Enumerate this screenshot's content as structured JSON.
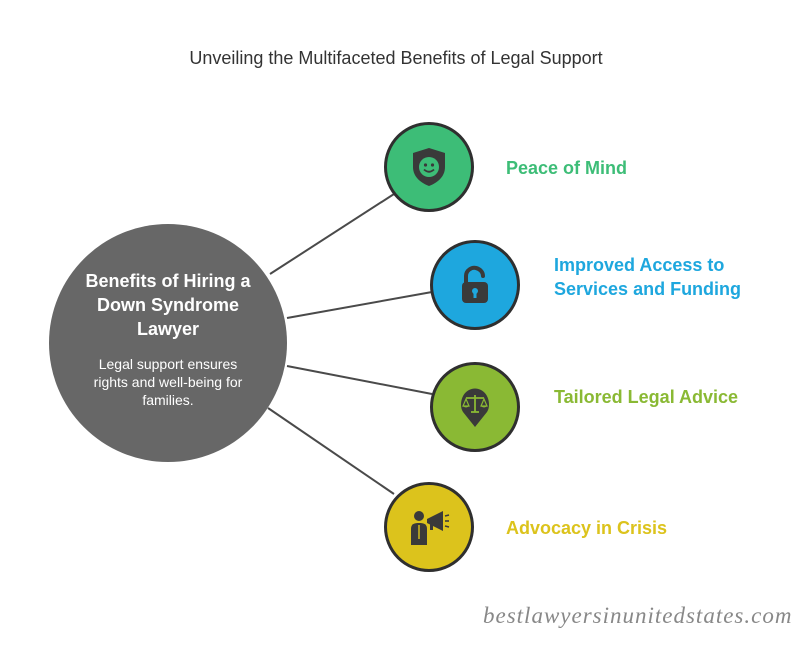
{
  "title": "Unveiling the Multifaceted Benefits of Legal Support",
  "hub": {
    "title": "Benefits of Hiring a Down Syndrome Lawyer",
    "subtitle": "Legal support ensures rights and well-being for families.",
    "color": "#676767"
  },
  "benefits": [
    {
      "label": "Peace of Mind",
      "icon": "shield-face-icon",
      "color": "#3dbd77"
    },
    {
      "label": "Improved Access to Services and Funding",
      "icon": "unlocked-padlock-icon",
      "color": "#1ea7de"
    },
    {
      "label": "Tailored Legal Advice",
      "icon": "scales-of-justice-icon",
      "color": "#8ab934"
    },
    {
      "label": "Advocacy in Crisis",
      "icon": "person-megaphone-icon",
      "color": "#dcc31c"
    }
  ],
  "watermark": "bestlawyersinunitedstates.com"
}
